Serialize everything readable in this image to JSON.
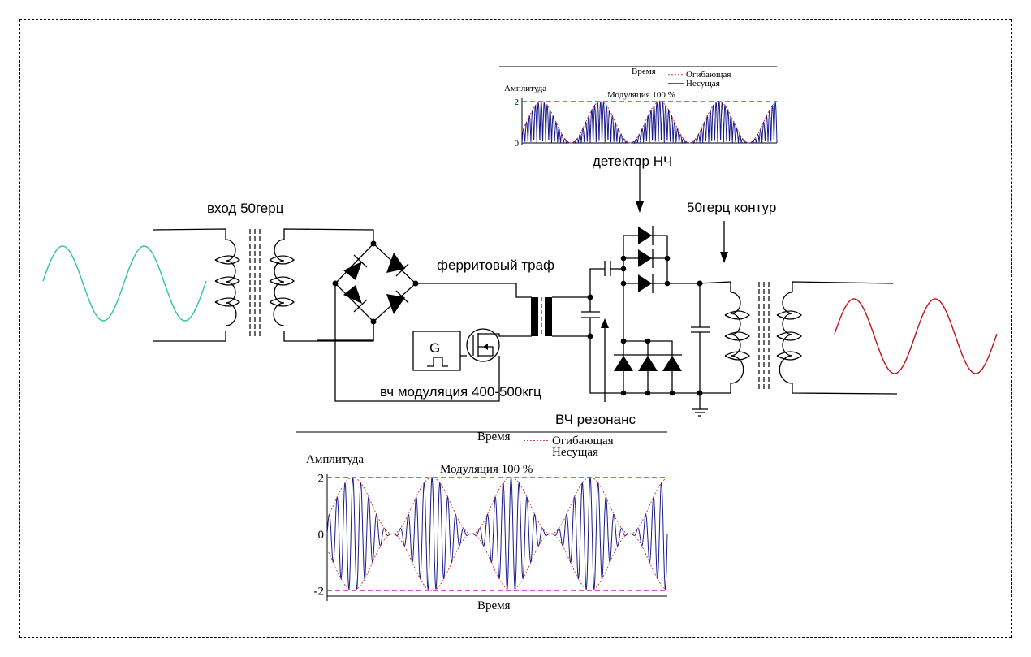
{
  "labels": {
    "input": "вход 50герц",
    "ferrite": "ферритовый траф",
    "modulation": "вч модуляция 400-500кгц",
    "detector": "детектор НЧ",
    "contour": "50герц контур",
    "resonance": "ВЧ резонанс",
    "generator": "G"
  },
  "colors": {
    "input_wave": "#2ec4a0",
    "output_wave": "#c0141c",
    "carrier": "#1a1a8c",
    "envelope": "#d04040",
    "limit": "#c020c0"
  },
  "chart_data": [
    {
      "type": "line",
      "name": "small-am-plot",
      "title": "Модуляция 100 %",
      "xlabel": "Время",
      "ylabel": "Амплитуда",
      "yticks": [
        "2",
        "0"
      ],
      "ylim": [
        0,
        2
      ],
      "legend": [
        {
          "label": "Огибающая",
          "style": "dotted"
        },
        {
          "label": "Несущая",
          "style": "solid"
        }
      ],
      "legend_position": "top-right",
      "modulation_index": 1.0,
      "envelope_periods": 4.3,
      "rectified": true
    },
    {
      "type": "line",
      "name": "large-am-plot",
      "title": "Модуляция 100 %",
      "xlabel": "Время",
      "ylabel": "Амплитуда",
      "yticks": [
        "2",
        "0",
        "-2"
      ],
      "ylim": [
        -2,
        2
      ],
      "legend": [
        {
          "label": "Огибающая",
          "style": "dotted"
        },
        {
          "label": "Несущая",
          "style": "solid"
        }
      ],
      "legend_position": "top-right",
      "modulation_index": 1.0,
      "envelope_periods": 4.3,
      "rectified": false
    }
  ]
}
